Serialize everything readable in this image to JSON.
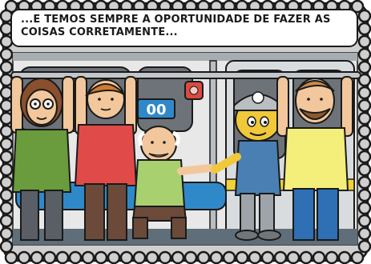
{
  "caption": {
    "line1": "...E TEMOS SEMPRE A OPORTUNIDADE DE FAZER AS",
    "line2": "COISAS CORRETAMENTE..."
  },
  "scene": {
    "door_sign_text": "00"
  },
  "colors": {
    "frame_fill": "#cfcfcf",
    "wall": "#e8e8e8",
    "wall_stripe": "#a8adb1",
    "window": "#6d7378",
    "floor": "#5f6e79",
    "accent_yellow": "#f0d23a",
    "accent_blue": "#2f89c9",
    "handrail_red": "#d94a3f"
  },
  "characters": [
    {
      "name": "woman-with-glasses",
      "shirt": "#6a9b3c"
    },
    {
      "name": "man-red-shirt",
      "shirt": "#e04b49"
    },
    {
      "name": "seated-old-man",
      "shirt": "#a9d06e"
    },
    {
      "name": "mascot-with-cap",
      "shirt": "#4a7fb3"
    },
    {
      "name": "bearded-man",
      "shirt": "#f4ee7a"
    }
  ]
}
